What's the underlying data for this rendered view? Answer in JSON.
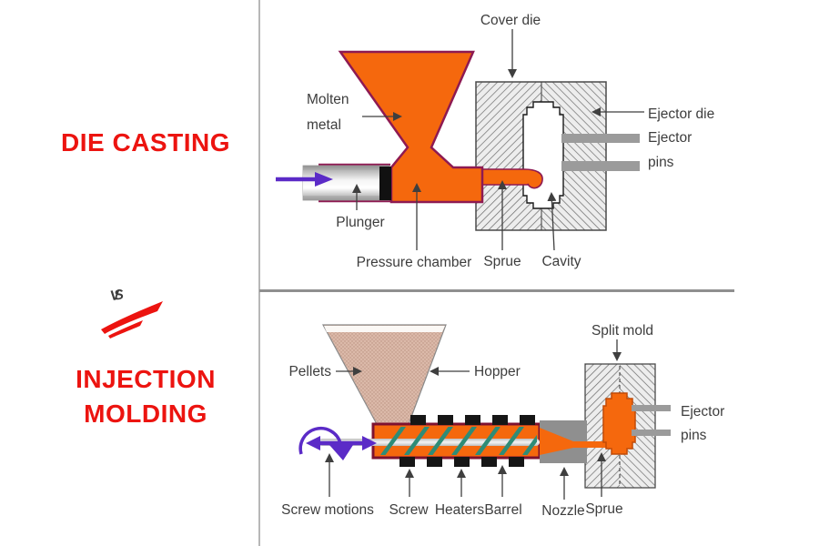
{
  "left_panel": {
    "title_top": "DIE CASTING",
    "vs": "VS",
    "title_bottom_line1": "INJECTION",
    "title_bottom_line2": "MOLDING",
    "text_color": "#EC1410"
  },
  "die_casting": {
    "labels": {
      "cover_die": "Cover die",
      "molten_line1": "Molten",
      "molten_line2": "metal",
      "plunger": "Plunger",
      "pressure_chamber": "Pressure chamber",
      "sprue": "Sprue",
      "cavity": "Cavity",
      "ejector_die": "Ejector die",
      "ejector_line1": "Ejector",
      "ejector_line2": "pins"
    },
    "colors": {
      "molten_metal_orange": "#F5680D",
      "outline_maroon": "#8E1A52",
      "die_hatch_line": "#6B6B6B",
      "ejector_pin_gray": "#9B9B9B",
      "plunger_arrow_purple": "#5B2BC7"
    }
  },
  "injection_molding": {
    "labels": {
      "pellets": "Pellets",
      "hopper": "Hopper",
      "split_mold": "Split mold",
      "ejector_line1": "Ejector",
      "ejector_line2": "pins",
      "screw_motions": "Screw motions",
      "screw": "Screw",
      "heaters": "Heaters",
      "barrel": "Barrel",
      "nozzle": "Nozzle",
      "sprue": "Sprue"
    },
    "colors": {
      "plastic_orange": "#F5680D",
      "barrel_border_maroon": "#7E1230",
      "hopper_tan": "#DBB9A9",
      "screw_flight_teal": "#2E8C77",
      "heater_black": "#161616",
      "nozzle_gray": "#8F8F8F",
      "motion_arrow_purple": "#5B2BC7"
    }
  }
}
